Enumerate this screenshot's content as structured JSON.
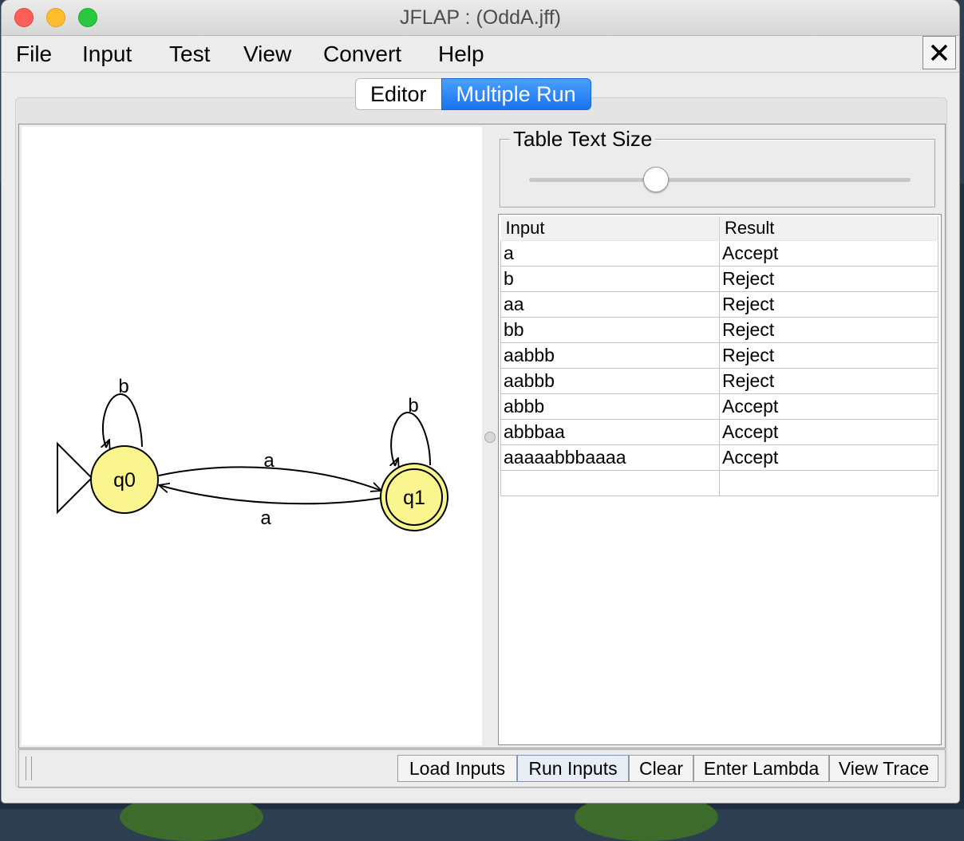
{
  "window": {
    "title": "JFLAP : (OddA.jff)"
  },
  "menu": {
    "items": [
      "File",
      "Input",
      "Test",
      "View",
      "Convert",
      "Help"
    ]
  },
  "tabs": {
    "editor": "Editor",
    "multiple_run": "Multiple Run",
    "active": "Multiple Run"
  },
  "automaton": {
    "states": [
      {
        "id": "q0",
        "initial": true,
        "final": false
      },
      {
        "id": "q1",
        "initial": false,
        "final": true
      }
    ],
    "transitions": [
      {
        "from": "q0",
        "to": "q0",
        "label": "b"
      },
      {
        "from": "q0",
        "to": "q1",
        "label": "a"
      },
      {
        "from": "q1",
        "to": "q0",
        "label": "a"
      },
      {
        "from": "q1",
        "to": "q1",
        "label": "b"
      }
    ],
    "state_fill": "#fbf58f"
  },
  "text_size": {
    "legend": "Table Text Size",
    "level_fraction": 0.33
  },
  "results_table": {
    "columns": [
      "Input",
      "Result"
    ],
    "rows": [
      [
        "a",
        "Accept"
      ],
      [
        "b",
        "Reject"
      ],
      [
        "aa",
        "Reject"
      ],
      [
        "bb",
        "Reject"
      ],
      [
        "aabbb",
        "Reject"
      ],
      [
        "aabbb",
        "Reject"
      ],
      [
        "abbb",
        "Accept"
      ],
      [
        "abbbaa",
        "Accept"
      ],
      [
        "aaaaabbbaaaa",
        "Accept"
      ],
      [
        "",
        ""
      ]
    ]
  },
  "buttons": {
    "load_inputs": "Load Inputs",
    "run_inputs": "Run Inputs",
    "clear": "Clear",
    "enter_lambda": "Enter Lambda",
    "view_trace": "View Trace"
  }
}
